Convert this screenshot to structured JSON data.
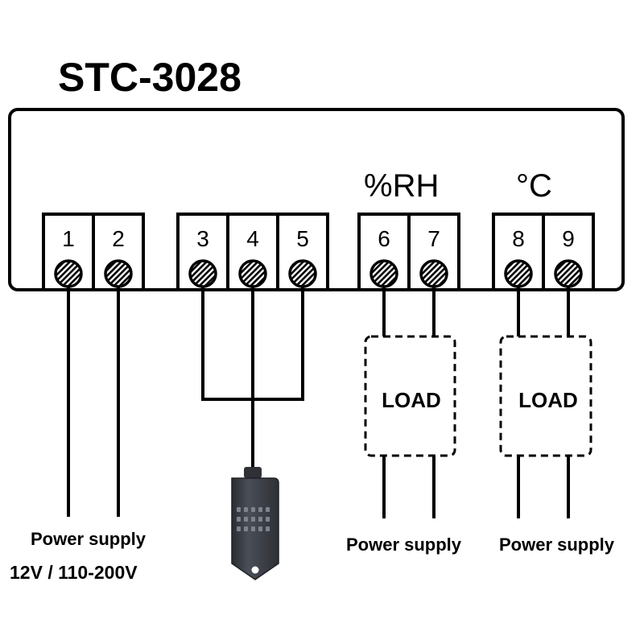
{
  "title": "STC-3028",
  "terminals": [
    "1",
    "2",
    "3",
    "4",
    "5",
    "6",
    "7",
    "8",
    "9"
  ],
  "groups": {
    "humidity": "%RH",
    "temperature": "°C"
  },
  "loads": [
    "LOAD",
    "LOAD"
  ],
  "power_supplies": {
    "main": "Power supply",
    "main_voltage": "12V / 110-200V",
    "humidity_load": "Power supply",
    "temperature_load": "Power supply"
  },
  "icons": {
    "terminal_screw": "screw-icon",
    "sensor_probe": "humidity-sensor-probe-icon"
  },
  "colors": {
    "line": "#000000",
    "background": "#ffffff",
    "sensor_body": "#3d4048"
  }
}
